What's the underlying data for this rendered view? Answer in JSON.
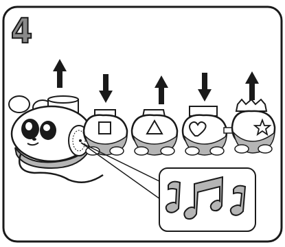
{
  "panel": {
    "step_number": "4",
    "accent_gray": "#b5b5b5",
    "outline_color": "#1a1a1a"
  },
  "toy": {
    "cars": [
      {
        "shape": "square",
        "arrow": "down"
      },
      {
        "shape": "triangle",
        "arrow": "up"
      },
      {
        "shape": "heart",
        "arrow": "down"
      },
      {
        "shape": "star",
        "arrow": "up"
      }
    ],
    "head_arrow": "up"
  },
  "callout": {
    "icon": "music-notes-icon"
  }
}
